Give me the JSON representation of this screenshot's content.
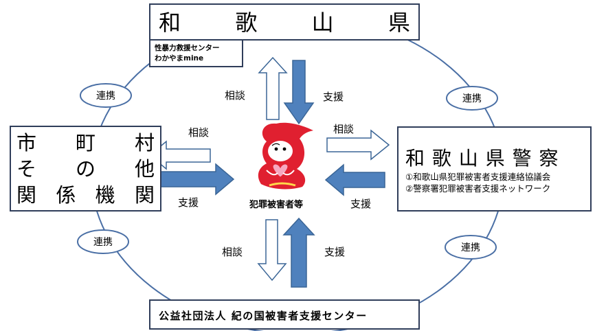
{
  "top_box": {
    "title_chars": [
      "和",
      "歌",
      "山",
      "県"
    ],
    "sub_line1": "性暴力救援センター",
    "sub_line2": "わかやまmine"
  },
  "left_box": {
    "row1": [
      "市",
      "町",
      "村"
    ],
    "row2": [
      "そ",
      "の",
      "他"
    ],
    "row3": [
      "関",
      "係",
      "機",
      "関"
    ]
  },
  "right_box": {
    "title": "和 歌 山 県 警 察",
    "line1": "①和歌山県犯罪被害者支援連絡協議会",
    "line2": "②警察署犯罪被害者支援ネットワーク"
  },
  "bottom_box": {
    "title": "公益社団法人 紀の国被害者支援センター"
  },
  "center": {
    "label": "犯罪被害者等",
    "mascot_icon": "mascot-character-icon"
  },
  "arrow_labels": {
    "consult": "相談",
    "support": "支援"
  },
  "cooperation_label": "連携",
  "colors": {
    "arrow_fill": "#4f81bd",
    "arrow_stroke": "#3a6596",
    "box_border": "#2f3d5a",
    "circle": "#4a6fa5",
    "mascot_red": "#e02030"
  }
}
